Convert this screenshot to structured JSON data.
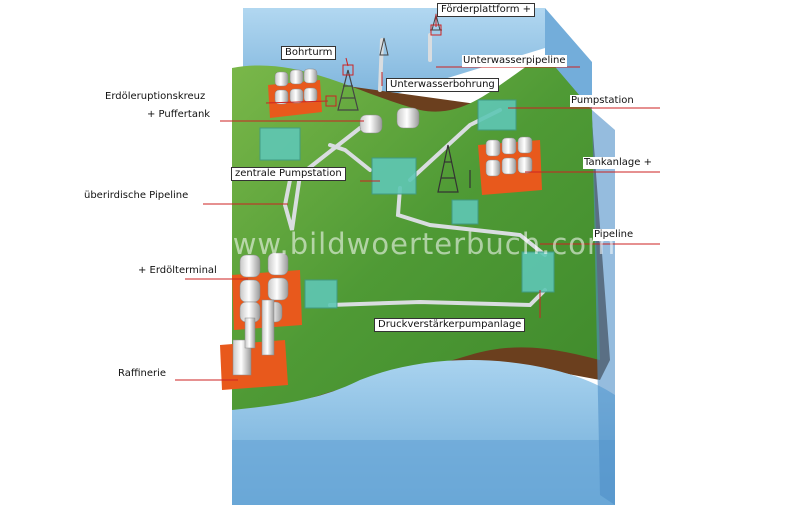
{
  "watermark": "www.bildwoerterbuch.com",
  "labels": {
    "foerderplattform": "Förderplattform +",
    "bohrturm": "Bohrturm",
    "unterwasserpipeline": "Unterwasserpipeline",
    "unterwasserbohrung": "Unterwasserbohrung",
    "erdoeleruptionskreuz": "Erdöleruptionskreuz",
    "puffertank": "+ Puffertank",
    "pumpstation": "Pumpstation",
    "tankanlage": "Tankanlage +",
    "zentrale_pumpstation": "zentrale Pumpstation",
    "ueberirdische_pipeline": "überirdische Pipeline",
    "pipeline": "Pipeline",
    "erdoelterminal": "+ Erdölterminal",
    "druckverstaerker": "Druckverstärkerpumpanlage",
    "raffinerie": "Raffinerie"
  },
  "colors": {
    "sea": "#7fb6dc",
    "grass": "#5fa33a",
    "soil": "#7a4a22",
    "platform": "#e8591c",
    "station": "#5fc7b5",
    "leader": "#cc2222"
  }
}
